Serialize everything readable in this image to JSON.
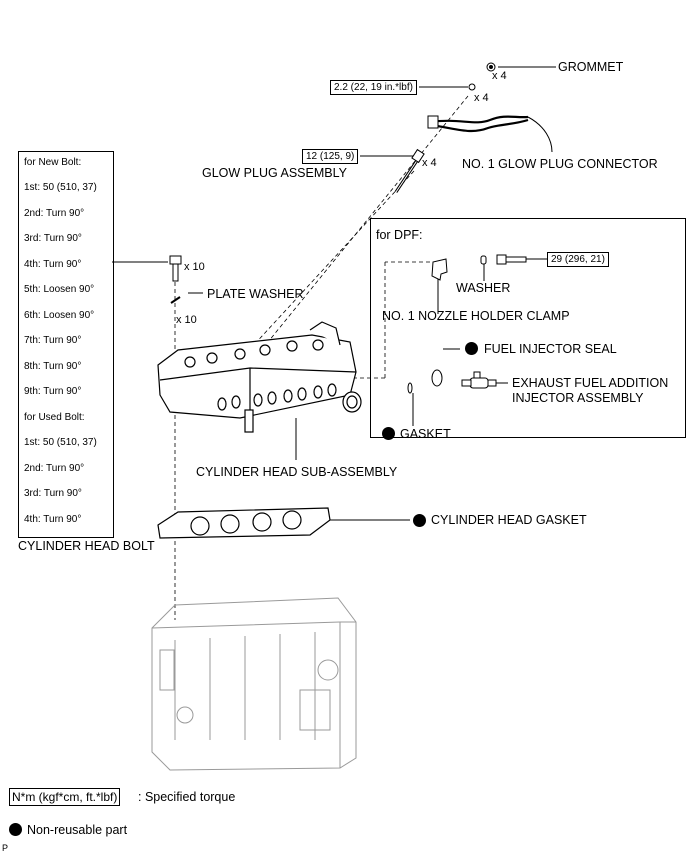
{
  "bolt_table": {
    "rows": [
      "for New Bolt:",
      "1st: 50 (510, 37)",
      "2nd: Turn 90°",
      "3rd: Turn 90°",
      "4th: Turn 90°",
      "5th: Loosen 90°",
      "6th: Loosen 90°",
      "7th: Turn 90°",
      "8th: Turn 90°",
      "9th: Turn 90°",
      "for Used Bolt:",
      "1st: 50 (510, 37)",
      "2nd: Turn 90°",
      "3rd: Turn 90°",
      "4th: Turn 90°"
    ],
    "caption": "CYLINDER HEAD BOLT"
  },
  "labels": {
    "grommet": "GROMMET",
    "glow_plug_assembly": "GLOW PLUG ASSEMBLY",
    "no1_glow_plug_connector": "NO. 1 GLOW PLUG CONNECTOR",
    "plate_washer": "PLATE WASHER",
    "for_dpf": "for DPF:",
    "washer": "WASHER",
    "no1_nozzle_holder_clamp": "NO. 1 NOZZLE HOLDER CLAMP",
    "fuel_injector_seal": "FUEL INJECTOR SEAL",
    "exhaust_injector_line1": "EXHAUST FUEL ADDITION",
    "exhaust_injector_line2": "INJECTOR ASSEMBLY",
    "gasket": "GASKET",
    "cylinder_head_sub_assembly": "CYLINDER HEAD SUB-ASSEMBLY",
    "cylinder_head_gasket": "CYLINDER HEAD GASKET"
  },
  "quantities": {
    "grommet": "x 4",
    "connector_nut": "x 4",
    "glow_plug": "x 4",
    "head_bolt": "x 10",
    "plate_washer": "x 10"
  },
  "torques": {
    "connector_nut": "2.2 (22, 19 in.*lbf)",
    "glow_plug": "12 (125, 9)",
    "dpf_bolt": "29 (296, 21)"
  },
  "legend": {
    "torque_box": "N*m (kgf*cm, ft.*lbf)",
    "torque_text": ": Specified torque",
    "nonreusable_text": "Non-reusable part"
  },
  "corner_mark": "P",
  "colors": {
    "ink": "#000000",
    "part_fill": "#ffffff",
    "ghost_block": "#9a9a9a"
  }
}
